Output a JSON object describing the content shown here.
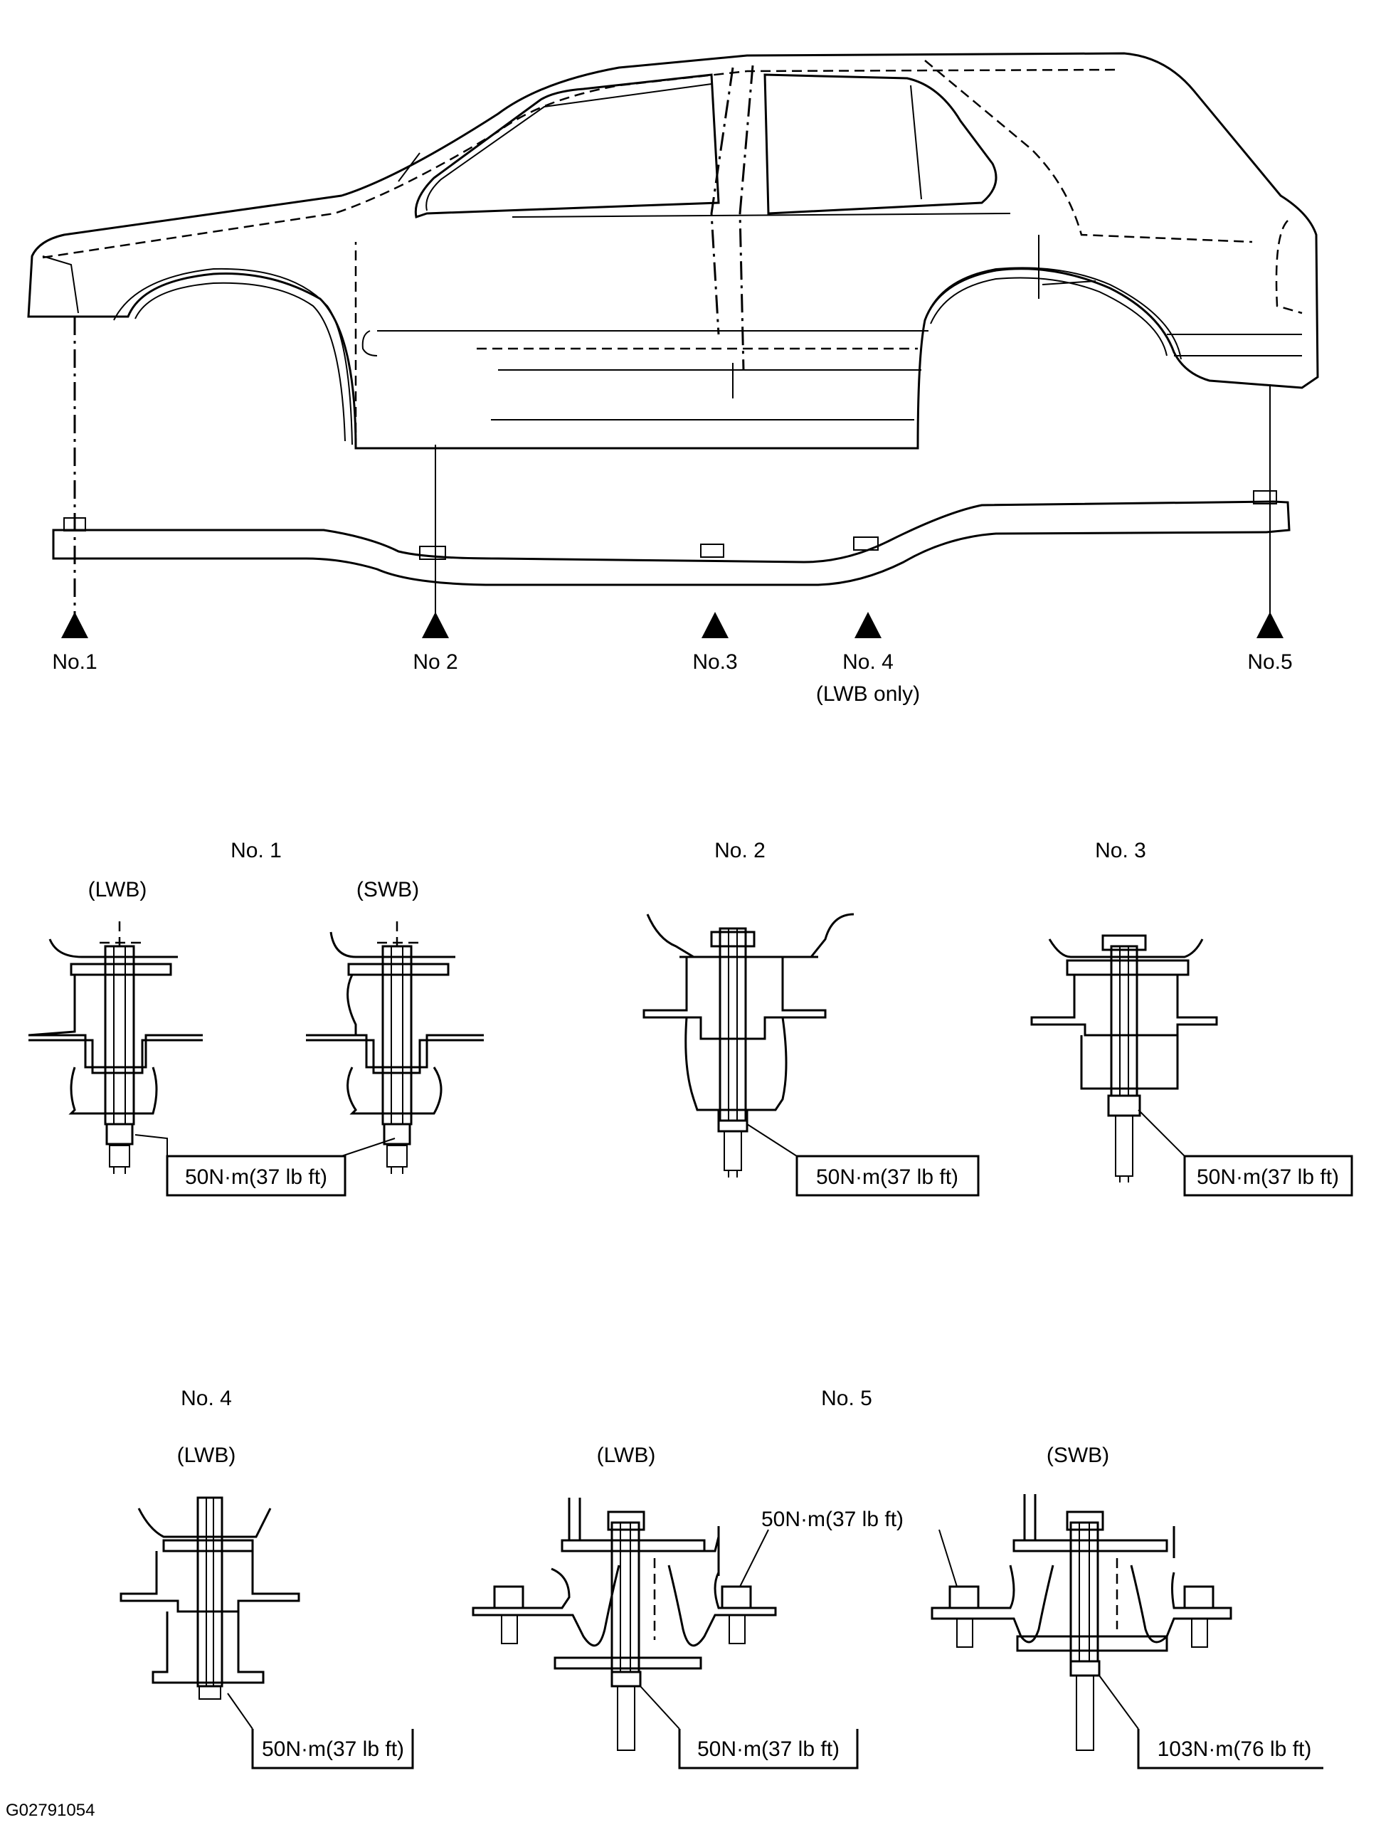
{
  "overview": {
    "points": [
      {
        "id": "no1",
        "label": "No.1",
        "sublabel": ""
      },
      {
        "id": "no2",
        "label": "No 2",
        "sublabel": ""
      },
      {
        "id": "no3",
        "label": "No.3",
        "sublabel": ""
      },
      {
        "id": "no4",
        "label": "No. 4",
        "sublabel": "(LWB only)"
      },
      {
        "id": "no5",
        "label": "No.5",
        "sublabel": ""
      }
    ]
  },
  "details": {
    "no1": {
      "title": "No. 1",
      "variant_lwb": "(LWB)",
      "variant_swb": "(SWB)",
      "torque": "50N·m(37 lb ft)"
    },
    "no2": {
      "title": "No. 2",
      "torque": "50N·m(37 lb ft)"
    },
    "no3": {
      "title": "No. 3",
      "torque": "50N·m(37 lb ft)"
    },
    "no4": {
      "title": "No. 4",
      "variant_lwb": "(LWB)",
      "torque": "50N·m(37 lb ft)"
    },
    "no5": {
      "title": "No. 5",
      "variant_lwb": "(LWB)",
      "variant_swb": "(SWB)",
      "torque_upper": "50N·m(37 lb ft)",
      "torque_lwb": "50N·m(37 lb ft)",
      "torque_swb": "103N·m(76 lb ft)"
    }
  },
  "figure_id": "G02791054"
}
